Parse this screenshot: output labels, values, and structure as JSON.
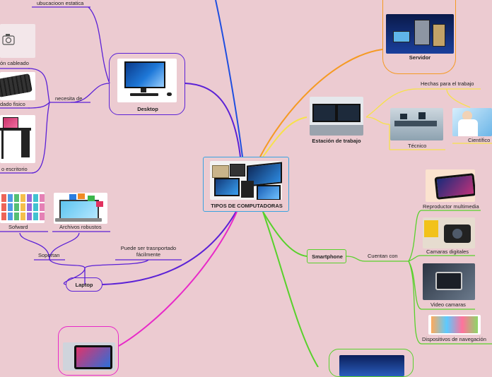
{
  "central": {
    "title": "TIPOS DE COMPUTADORAS",
    "image_icon": "computers-collage"
  },
  "desktop": {
    "title": "Desktop",
    "image_icon": "desktop-computer-image",
    "connector": "necesita de",
    "items": [
      "ubucacioon estatica",
      "ón cableado",
      "dado fisico",
      "o escritorio"
    ]
  },
  "laptop": {
    "title": "Laptop",
    "branches": [
      "Soportan",
      "Puede ser trasnportado fácilmente"
    ],
    "items": [
      "Sofward",
      "Archivos robustos"
    ]
  },
  "servidor": {
    "title": "Servidor",
    "image_icon": "server-image"
  },
  "estacion": {
    "title": "Estación de trabajo",
    "branch": "Hechas para el trabajo",
    "items": [
      "Técnico",
      "Científico"
    ]
  },
  "smartphone": {
    "title": "Smartphone",
    "connector": "Cuentan con",
    "items": [
      "Reproductor multimedia",
      "Camaras digitales",
      "Video camaras",
      "Dispositivos de navegación"
    ]
  },
  "colors": {
    "background": "#eccbd1",
    "desktop": "#5b21d6",
    "laptop": "#5b21d6",
    "servidor": "#f59a23",
    "estacion": "#f7e14a",
    "smartphone": "#58d12b",
    "tablet": "#e829c8",
    "top": "#1f4ee0"
  }
}
